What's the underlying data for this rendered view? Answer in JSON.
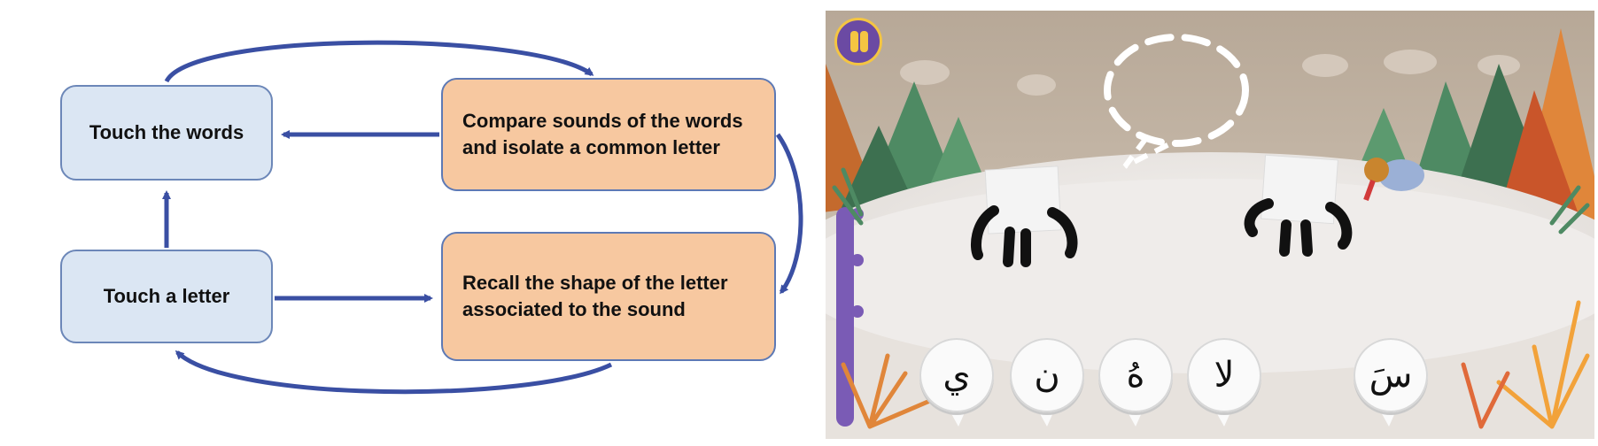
{
  "diagram": {
    "nodes": {
      "touch_words": "Touch the words",
      "touch_letter": "Touch a letter",
      "compare": "Compare sounds of the words and isolate a common letter",
      "recall": "Recall the shape of the letter associated to the sound"
    },
    "colors": {
      "action_fill": "#dbe6f3",
      "process_fill": "#f7c8a0",
      "arrow": "#3a4fa3"
    }
  },
  "game": {
    "letter_choices": [
      "ي",
      "ن",
      "هُ",
      "لا",
      "سَ"
    ],
    "pause_icon": "pause-icon",
    "colors": {
      "sky": "#c9b8a5",
      "ground": "#ece8e4",
      "tree": "#4e8a63",
      "accent": "#f08a3a"
    }
  }
}
